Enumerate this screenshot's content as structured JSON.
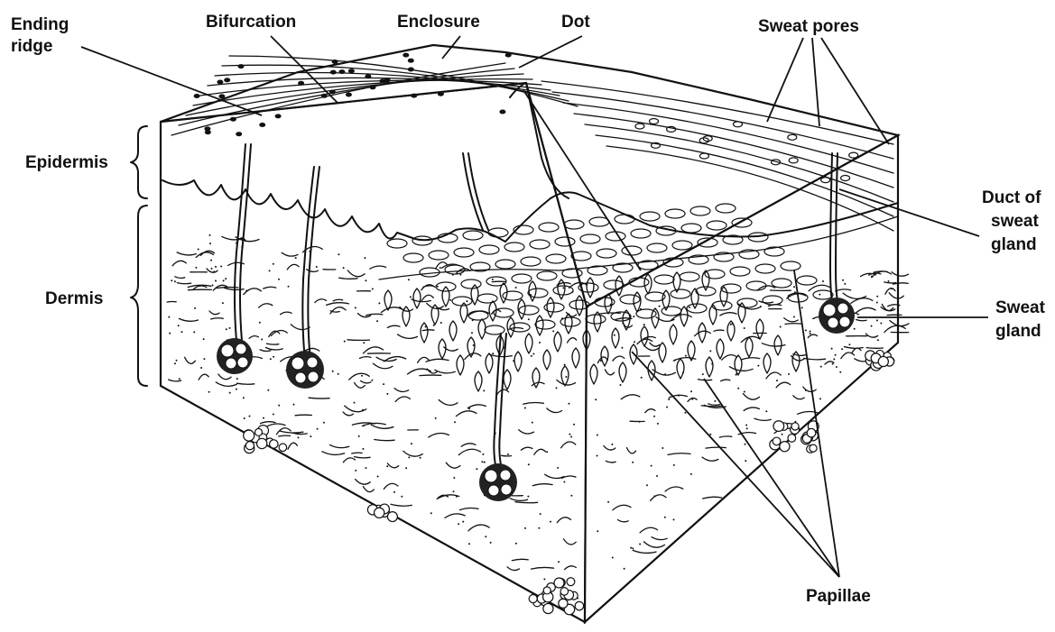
{
  "diagram": {
    "labels": {
      "ending_ridge_line1": "Ending",
      "ending_ridge_line2": "ridge",
      "bifurcation": "Bifurcation",
      "enclosure": "Enclosure",
      "dot": "Dot",
      "sweat_pores": "Sweat pores",
      "epidermis": "Epidermis",
      "dermis": "Dermis",
      "duct_line1": "Duct of",
      "duct_line2": "sweat",
      "duct_line3": "gland",
      "sweat_gland_line1": "Sweat",
      "sweat_gland_line2": "gland",
      "papillae": "Papillae"
    },
    "ink_color": "#111111",
    "background_color": "#ffffff"
  }
}
